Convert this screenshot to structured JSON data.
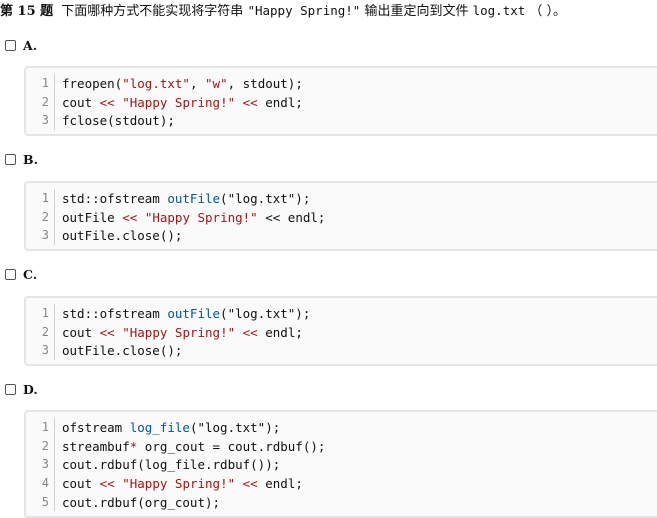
{
  "question": {
    "number": "第 15 题",
    "text_before": "下面哪种方式不能实现将字符串 ",
    "text_code": "\"Happy Spring!\"",
    "text_middle": " 输出重定向到文件 ",
    "text_file": "log.txt",
    "text_after": " （ ）。"
  },
  "options": [
    {
      "letter": "A.",
      "lines": [
        {
          "num": "1",
          "tokens": [
            {
              "t": "freopen(",
              "c": "pl"
            },
            {
              "t": "\"log.txt\"",
              "c": "str"
            },
            {
              "t": ", ",
              "c": "pl"
            },
            {
              "t": "\"w\"",
              "c": "str"
            },
            {
              "t": ", stdout);",
              "c": "pl"
            }
          ]
        },
        {
          "num": "2",
          "tokens": [
            {
              "t": "cout ",
              "c": "pl"
            },
            {
              "t": "<<",
              "c": "op"
            },
            {
              "t": " ",
              "c": "pl"
            },
            {
              "t": "\"Happy Spring!\"",
              "c": "str"
            },
            {
              "t": " ",
              "c": "pl"
            },
            {
              "t": "<<",
              "c": "op"
            },
            {
              "t": " endl;",
              "c": "pl"
            }
          ]
        },
        {
          "num": "3",
          "tokens": [
            {
              "t": "fclose(stdout);",
              "c": "pl"
            }
          ]
        }
      ]
    },
    {
      "letter": "B.",
      "lines": [
        {
          "num": "1",
          "tokens": [
            {
              "t": "std::ofstream ",
              "c": "pl"
            },
            {
              "t": "outFile",
              "c": "id"
            },
            {
              "t": "(\"log.txt\");",
              "c": "pl"
            }
          ]
        },
        {
          "num": "2",
          "tokens": [
            {
              "t": "outFile ",
              "c": "pl"
            },
            {
              "t": "<<",
              "c": "op"
            },
            {
              "t": " ",
              "c": "pl"
            },
            {
              "t": "\"Happy Spring!\"",
              "c": "str"
            },
            {
              "t": " << endl;",
              "c": "pl"
            }
          ]
        },
        {
          "num": "3",
          "tokens": [
            {
              "t": "outFile.close();",
              "c": "pl"
            }
          ]
        }
      ]
    },
    {
      "letter": "C.",
      "lines": [
        {
          "num": "1",
          "tokens": [
            {
              "t": "std::ofstream ",
              "c": "pl"
            },
            {
              "t": "outFile",
              "c": "id"
            },
            {
              "t": "(\"log.txt\");",
              "c": "pl"
            }
          ]
        },
        {
          "num": "2",
          "tokens": [
            {
              "t": "cout ",
              "c": "pl"
            },
            {
              "t": "<<",
              "c": "op"
            },
            {
              "t": " ",
              "c": "pl"
            },
            {
              "t": "\"Happy Spring!\"",
              "c": "str"
            },
            {
              "t": " ",
              "c": "pl"
            },
            {
              "t": "<<",
              "c": "op"
            },
            {
              "t": " endl;",
              "c": "pl"
            }
          ]
        },
        {
          "num": "3",
          "tokens": [
            {
              "t": "outFile.close();",
              "c": "pl"
            }
          ]
        }
      ]
    },
    {
      "letter": "D.",
      "lines": [
        {
          "num": "1",
          "tokens": [
            {
              "t": "ofstream ",
              "c": "pl"
            },
            {
              "t": "log_file",
              "c": "id"
            },
            {
              "t": "(\"log.txt\");",
              "c": "pl"
            }
          ]
        },
        {
          "num": "2",
          "tokens": [
            {
              "t": "streambuf",
              "c": "pl"
            },
            {
              "t": "*",
              "c": "op"
            },
            {
              "t": " org_cout = cout.rdbuf();",
              "c": "pl"
            }
          ]
        },
        {
          "num": "3",
          "tokens": [
            {
              "t": "cout.rdbuf(log_file.rdbuf());",
              "c": "pl"
            }
          ]
        },
        {
          "num": "4",
          "tokens": [
            {
              "t": "cout ",
              "c": "pl"
            },
            {
              "t": "<<",
              "c": "op"
            },
            {
              "t": " ",
              "c": "pl"
            },
            {
              "t": "\"Happy Spring!\"",
              "c": "str"
            },
            {
              "t": " ",
              "c": "pl"
            },
            {
              "t": "<<",
              "c": "op"
            },
            {
              "t": " endl;",
              "c": "pl"
            }
          ]
        },
        {
          "num": "5",
          "tokens": [
            {
              "t": "cout.rdbuf(org_cout);",
              "c": "pl"
            }
          ]
        }
      ]
    }
  ]
}
